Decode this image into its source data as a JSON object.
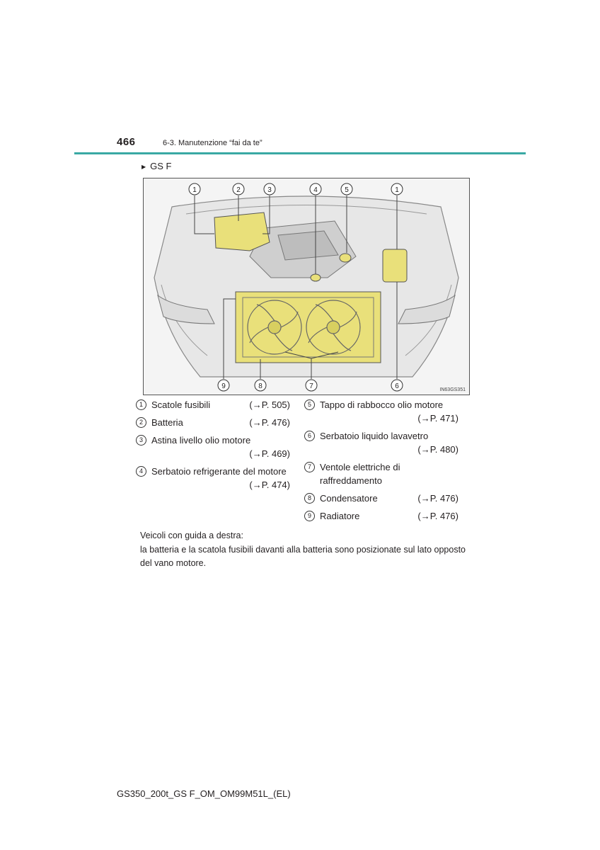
{
  "header": {
    "page_number": "466",
    "section_title": "6-3. Manutenzione “fai da te”",
    "rule_color": "#3aa9a4"
  },
  "variant": {
    "marker": "▶",
    "label": "GS F"
  },
  "figure": {
    "image_code": "IN63GS351",
    "callouts_top": [
      "1",
      "2",
      "3",
      "4",
      "5",
      "1"
    ],
    "callouts_bottom": [
      "9",
      "8",
      "7",
      "6"
    ],
    "highlight_color": "#e9e07a"
  },
  "legend_left": [
    {
      "num": "1",
      "label": "Scatole fusibili",
      "ref": "(→P. 505)"
    },
    {
      "num": "2",
      "label": "Batteria",
      "ref": "(→P. 476)"
    },
    {
      "num": "3",
      "label": "Astina livello olio motore",
      "ref": "(→P. 469)"
    },
    {
      "num": "4",
      "label": "Serbatoio refrigerante del motore",
      "ref": "(→P. 474)"
    }
  ],
  "legend_right": [
    {
      "num": "5",
      "label": "Tappo di rabbocco olio motore",
      "ref": "(→P. 471)"
    },
    {
      "num": "6",
      "label": "Serbatoio liquido lavavetro",
      "ref": "(→P. 480)"
    },
    {
      "num": "7",
      "label": "Ventole elettriche di raffreddamento",
      "ref": ""
    },
    {
      "num": "8",
      "label": "Condensatore",
      "ref": "(→P. 476)"
    },
    {
      "num": "9",
      "label": "Radiatore",
      "ref": "(→P. 476)"
    }
  ],
  "note": {
    "line1": "Veicoli con guida a destra:",
    "line2": "la batteria e la scatola fusibili davanti alla batteria sono posizionate sul lato opposto del vano motore."
  },
  "footer": {
    "code": "GS350_200t_GS F_OM_OM99M51L_(EL)"
  }
}
